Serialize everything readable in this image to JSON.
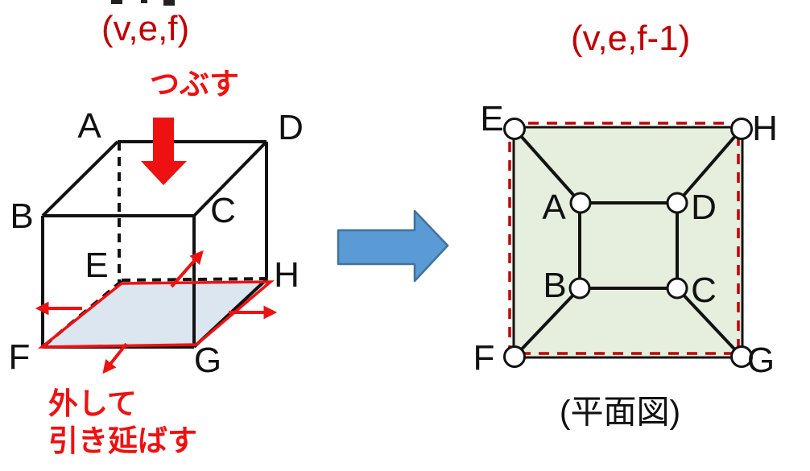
{
  "left_figure": {
    "formula": "(v,e,f)",
    "crush_label": "つぶす",
    "detach_line1": "外して",
    "detach_line2": "引き延ばす",
    "vertices": {
      "A": "A",
      "B": "B",
      "C": "C",
      "D": "D",
      "E": "E",
      "F": "F",
      "G": "G",
      "H": "H"
    }
  },
  "right_figure": {
    "formula": "(v,e,f-1)",
    "caption": "(平面図)",
    "vertices": {
      "A": "A",
      "B": "B",
      "C": "C",
      "D": "D",
      "E": "E",
      "F": "F",
      "G": "G",
      "H": "H"
    }
  },
  "colors": {
    "bright_red": "#ee1111",
    "dark_red": "#c00000",
    "black": "#121212",
    "transform_arrow_fill": "#5b9bd5",
    "transform_arrow_border": "#41719c",
    "bottom_face_fill": "#dce6f1",
    "planar_face_fill": "#e6efde",
    "vertex_node_fill": "#ffffff"
  }
}
